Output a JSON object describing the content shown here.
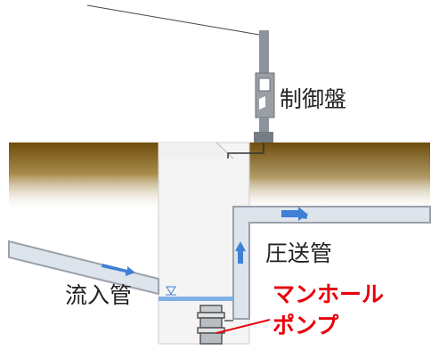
{
  "labels": {
    "control_panel": "制御盤",
    "pressure_pipe": "圧送管",
    "inflow_pipe": "流入管",
    "pump_line1": "マンホール",
    "pump_line2": "ポンプ"
  },
  "colors": {
    "ground_top": "#7d5a12",
    "ground_bottom": "#ffffff",
    "pipe_wall": "#9aa2ab",
    "pipe_fill": "#dde4ec",
    "flow_arrow": "#3f7fd6",
    "water": "#7fb0e6",
    "callout": "#e8000a",
    "manhole": "#f3f3f3",
    "pole": "#8c939b",
    "panel": "#9a9fa5",
    "pump": "#bfc4ca"
  },
  "icons": [
    "flow-arrow-icon",
    "water-level-icon",
    "pump-icon",
    "control-panel-icon"
  ]
}
